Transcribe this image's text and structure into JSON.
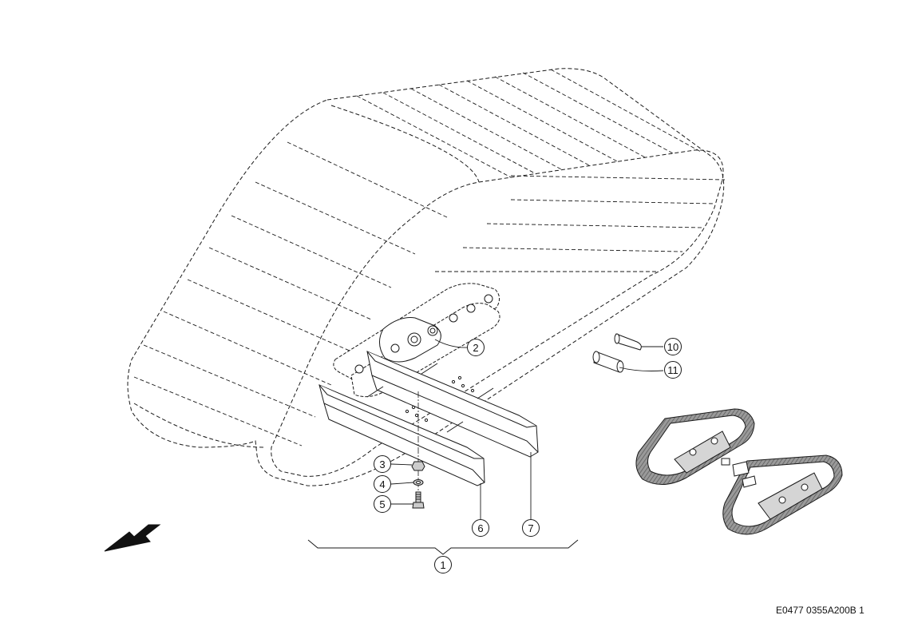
{
  "callouts": [
    {
      "id": "c1",
      "label": "1"
    },
    {
      "id": "c2",
      "label": "2"
    },
    {
      "id": "c3",
      "label": "3"
    },
    {
      "id": "c4",
      "label": "4"
    },
    {
      "id": "c5",
      "label": "5"
    },
    {
      "id": "c6",
      "label": "6"
    },
    {
      "id": "c7",
      "label": "7"
    },
    {
      "id": "c10",
      "label": "10"
    },
    {
      "id": "c11",
      "label": "11"
    }
  ],
  "document_code": "E0477 0355A200B 1",
  "colors": {
    "line": "#1a1a1a",
    "shade": "#8a8a8a"
  }
}
